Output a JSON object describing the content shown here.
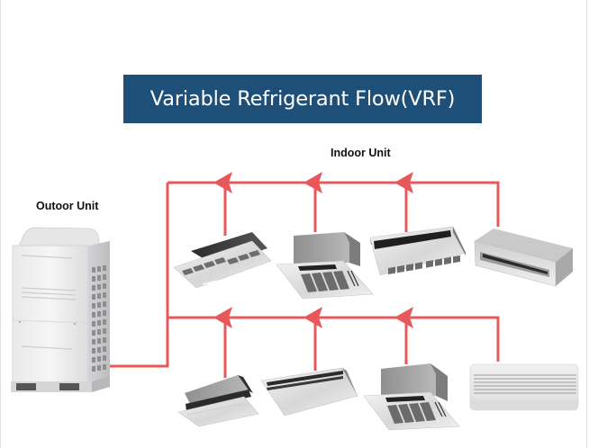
{
  "title": "Variable Refrigerant Flow(VRF)",
  "labels": {
    "outdoor_unit": "Outoor Unit",
    "indoor_unit": "Indoor Unit"
  },
  "colors": {
    "banner": "#1d4f78",
    "pipe": "#e8585a",
    "banner_text": "#ffffff"
  },
  "indoor_units": {
    "top_row": [
      {
        "type": "ceiling-cassette-4way-compact"
      },
      {
        "type": "ceiling-cassette-4way"
      },
      {
        "type": "ceiling-suspended"
      },
      {
        "type": "ducted"
      }
    ],
    "bottom_row": [
      {
        "type": "ceiling-cassette-1way"
      },
      {
        "type": "ceiling-suspended-slim"
      },
      {
        "type": "ceiling-cassette-4way"
      },
      {
        "type": "wall-mounted"
      }
    ]
  },
  "outdoor_unit": {
    "type": "vrf-outdoor-condenser"
  }
}
